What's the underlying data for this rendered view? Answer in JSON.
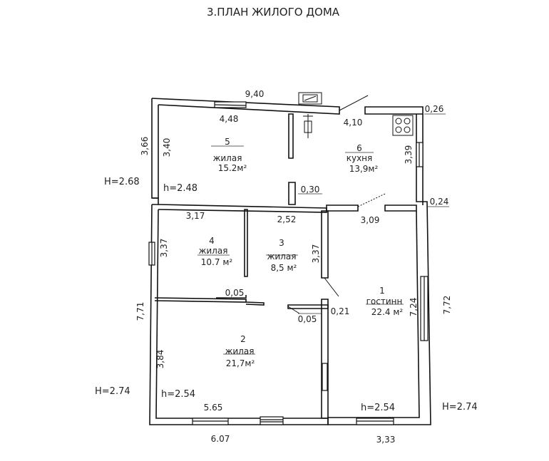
{
  "title": "3.ПЛАН ЖИЛОГО ДОМА",
  "rooms": [
    {
      "number": "5",
      "name": "жилая",
      "area": "15.2м²"
    },
    {
      "number": "6",
      "name": "кухня",
      "area": "13,9м²"
    },
    {
      "number": "4",
      "name": "жилая",
      "area": "10.7 м²"
    },
    {
      "number": "3",
      "name": "жилая",
      "area": "8,5 м²"
    },
    {
      "number": "1",
      "name": "гостинн",
      "area": "22.4 м²"
    },
    {
      "number": "2",
      "name": "жилая",
      "area": "21,7м²"
    }
  ],
  "dimensions": {
    "top_overall": "9,40",
    "room5_top": "4,48",
    "room6_top": "4,10",
    "room6_right_ext": "0,26",
    "room5_height_outer": "3,66",
    "room5_height_inner": "3,40",
    "room6_height": "3,39",
    "room5_ceiling": "h=2.48",
    "partition_56": "0,30",
    "right_ext_mid": "0,24",
    "room4_top": "3,17",
    "room3_top": "2,52",
    "room1_top": "3,09",
    "room4_height": "3,37",
    "room3_height": "3,37",
    "shelf_width": "0,05",
    "door_gap": "0,05",
    "wall_thickness": "0,21",
    "left_overall": "7,71",
    "room1_height": "7,24",
    "right_overall": "7,72",
    "room2_height": "3,84",
    "room2_bottom": "5.65",
    "bottom_left": "6.07",
    "bottom_right": "3,33"
  },
  "heights": {
    "left_upper": "H=2.68",
    "left_lower": "H=2.74",
    "right_lower": "H=2.74",
    "room2_ceiling": "h=2.54",
    "room1_ceiling": "h=2.54"
  }
}
